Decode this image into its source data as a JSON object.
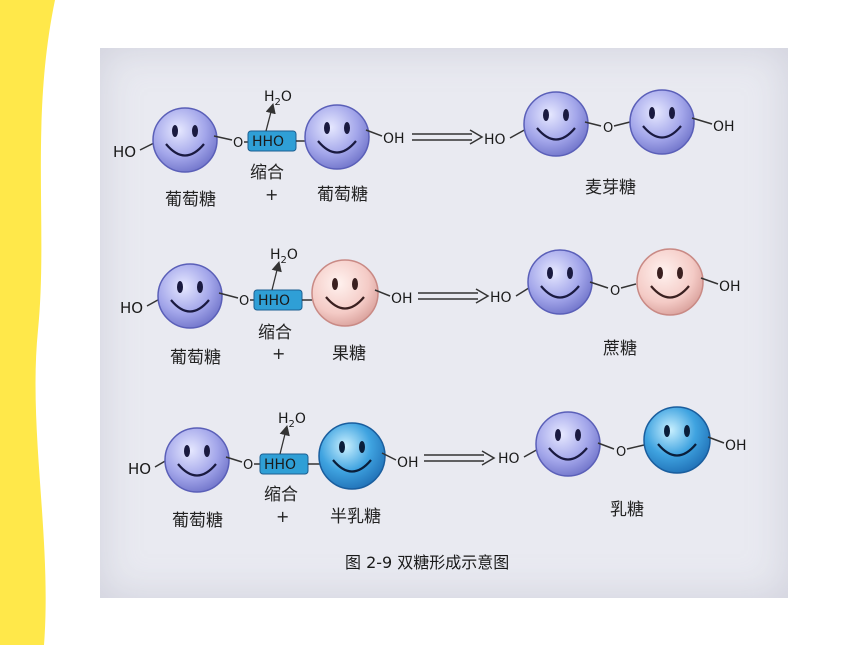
{
  "colors": {
    "glucose": "#9fa2e6",
    "fructose": "#f4c9c6",
    "galactose": "#3b9ad8",
    "bond_box": "#2f9fd6",
    "band": "#ffe84a"
  },
  "reactions": [
    {
      "left": "葡萄糖",
      "plus": "+",
      "right": "葡萄糖",
      "product": "麦芽糖",
      "water": "H2O",
      "condense": "缩合",
      "hho": "HHO",
      "ho": "HO",
      "o_mid": "O",
      "oh": "OH",
      "right_oh": "OH",
      "p_ho": "HO",
      "p_o": "O",
      "p_oh": "OH"
    },
    {
      "left": "葡萄糖",
      "plus": "+",
      "right": "果糖",
      "product": "蔗糖",
      "water": "H2O",
      "condense": "缩合",
      "hho": "HHO",
      "ho": "HO",
      "o_mid": "O",
      "oh": "OH",
      "right_oh": "OH",
      "p_ho": "HO",
      "p_o": "O",
      "p_oh": "OH"
    },
    {
      "left": "葡萄糖",
      "plus": "+",
      "right": "半乳糖",
      "product": "乳糖",
      "water": "H2O",
      "condense": "缩合",
      "hho": "HHO",
      "ho": "HO",
      "o_mid": "O",
      "oh": "OH",
      "right_oh": "OH",
      "p_ho": "HO",
      "p_o": "O",
      "p_oh": "OH"
    }
  ],
  "caption": "图 2-9   双糖形成示意图"
}
